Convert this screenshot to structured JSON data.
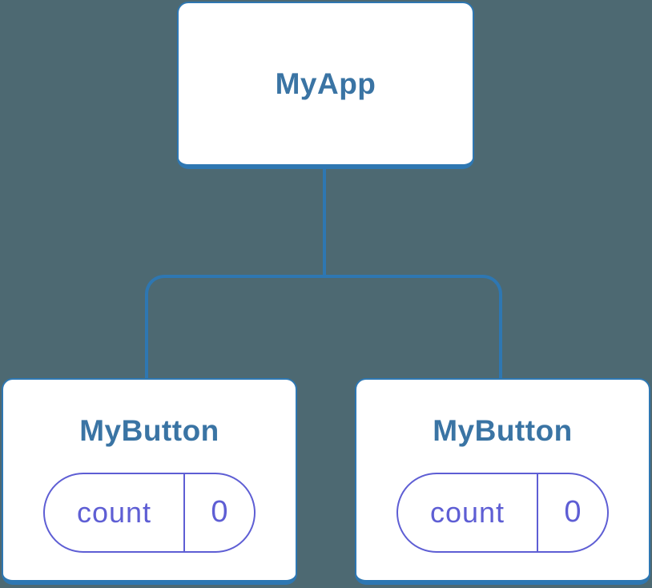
{
  "colors": {
    "canvas_bg": "#4d6972",
    "card_bg": "#ffffff",
    "connector": "#2e77b2",
    "node_title": "#3a74a4",
    "state_accent": "#5e5ed4"
  },
  "diagram": {
    "type": "component-tree",
    "root": {
      "label": "MyApp"
    },
    "children": [
      {
        "label": "MyButton",
        "state": {
          "key": "count",
          "value": "0"
        }
      },
      {
        "label": "MyButton",
        "state": {
          "key": "count",
          "value": "0"
        }
      }
    ]
  }
}
